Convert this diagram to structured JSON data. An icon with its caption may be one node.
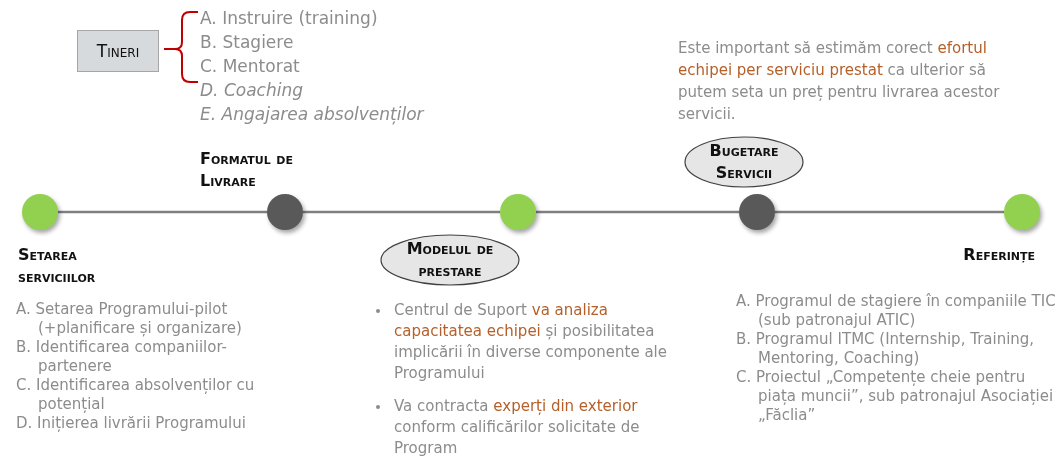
{
  "diagram": {
    "nodes": [
      {
        "text": [
          "Tineri"
        ]
      },
      {
        "text": [],
        "shape": "circle",
        "beside": [
          "Setarea serviciilor"
        ]
      },
      {
        "text": [],
        "shape": "circle",
        "beside": [
          "Formatul de Livrare"
        ]
      },
      {
        "text": [],
        "shape": "circle"
      },
      {
        "text": [
          "Modelul de prestare"
        ]
      },
      {
        "text": [
          "Bugetare Servicii"
        ]
      },
      {
        "text": [],
        "shape": "circle"
      },
      {
        "text": [],
        "shape": "circle",
        "beside": [
          "Referințe"
        ]
      }
    ],
    "edges": [
      {
        "from": 1,
        "to": 2,
        "arrow": "none"
      },
      {
        "from": 2,
        "to": 3,
        "arrow": "none"
      },
      {
        "from": 3,
        "to": 6,
        "arrow": "none"
      },
      {
        "from": 6,
        "to": 7,
        "arrow": "none"
      }
    ],
    "labels": [
      "A. Instruire (training)",
      "B. Stagiere",
      "C. Mentorat",
      "D. Coaching",
      "E. Angajarea absolvenților",
      "Este important să estimăm corect **efortul echipei per serviciu prestat** ca ulterior să putem seta un preț pentru livrarea acestor servicii.",
      "A. Setarea Programului-pilot (+planificare și organizare)",
      "B. Identificarea companiilor-partenere",
      "C. Identificarea absolvenților cu potențial",
      "D. Inițierea livrării Programului",
      "Centrul de Suport **va analiza capacitatea echipei** și posibilitatea implicării în diverse componente ale Programului",
      "Va contracta **experți din exterior** conform calificărilor solicitate de Program",
      "A. Programul de stagiere în companiile TIC (sub patronajul ATIC)",
      "B. Programul ITMC (Internship, Training, Mentoring, Coaching)",
      "C. Proiectul „Competențe cheie pentru piața muncii”, sub patronajul Asociației „Făclia”"
    ]
  }
}
